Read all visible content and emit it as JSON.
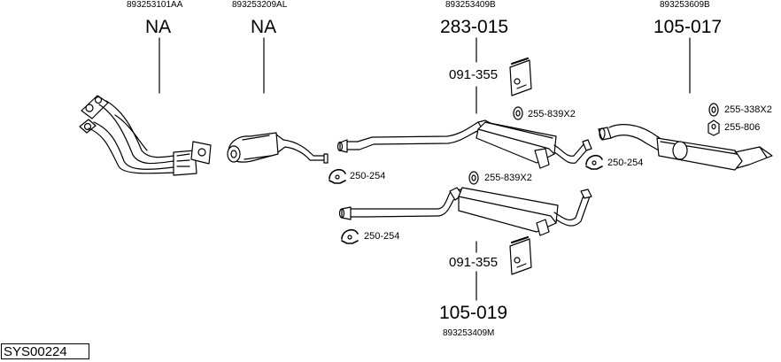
{
  "oe_numbers": {
    "manifold": "893253101AA",
    "front_pipe": "893253209AL",
    "center": "893253409B",
    "rear": "893253609B",
    "alt_center": "893253409M"
  },
  "part_numbers": {
    "manifold": "NA",
    "front_pipe": "NA",
    "center_box": "283-015",
    "rear_box": "105-017",
    "alt_center_box": "105-019"
  },
  "fittings": {
    "mount_top": "091-355",
    "mount_bottom": "091-355",
    "rubber_center_top": "255-839X2",
    "rubber_center_bottom": "255-839X2",
    "rubber_rear_a": "255-338X2",
    "rubber_rear_b": "255-806",
    "clamp_front": "250-254",
    "clamp_center_rear": "250-254",
    "clamp_alt": "250-254"
  },
  "diagram_code": "SYS00224",
  "colors": {
    "line": "#000000",
    "background": "#ffffff",
    "part_fill": "#ffffff",
    "shade": "#dddddd"
  }
}
